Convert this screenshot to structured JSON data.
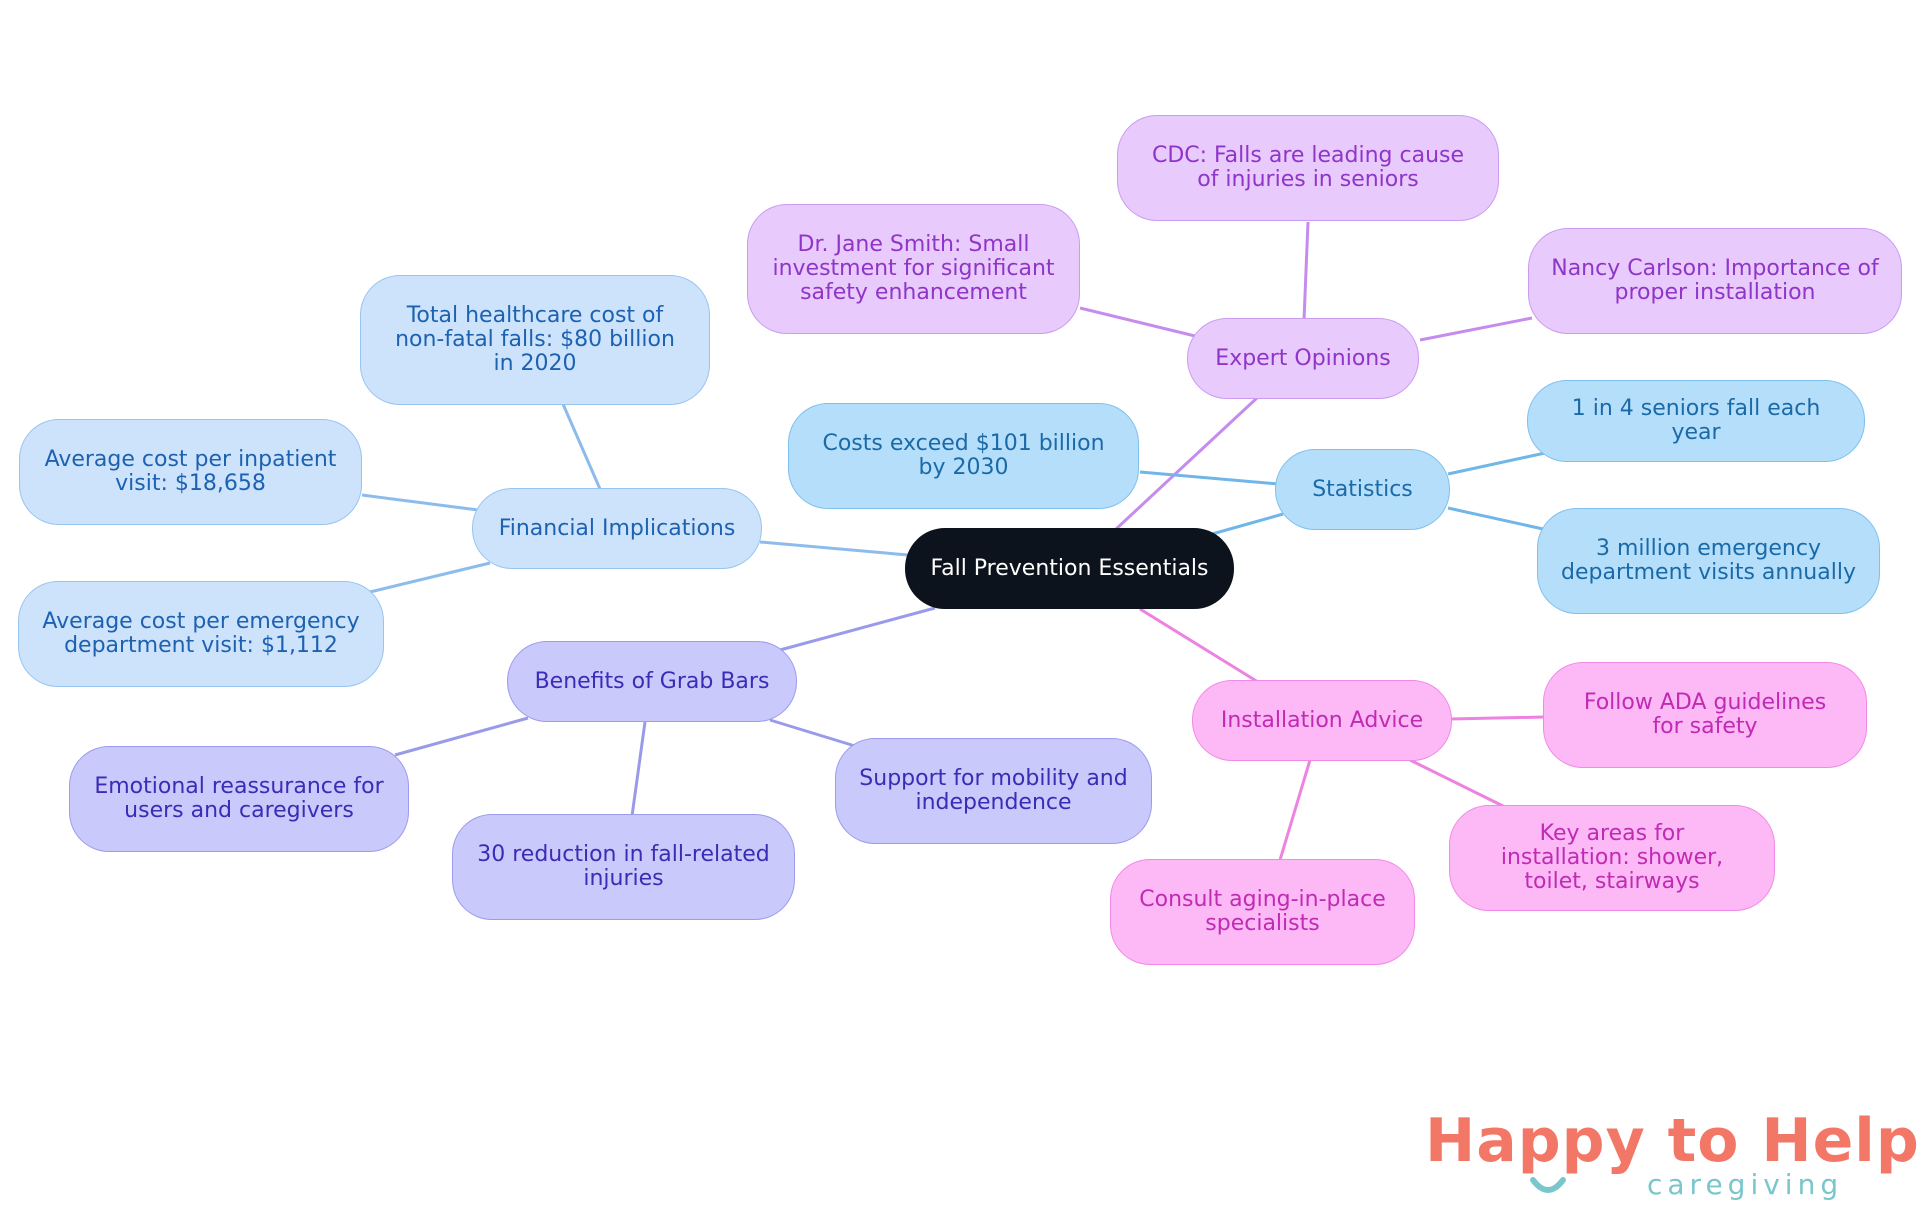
{
  "mindmap": {
    "root": "Fall Prevention Essentials",
    "branches": {
      "statistics": {
        "label": "Statistics",
        "items": [
          "Costs exceed $101 billion by 2030",
          "1 in 4 seniors fall each year",
          "3 million emergency department visits annually"
        ]
      },
      "expert_opinions": {
        "label": "Expert Opinions",
        "items": [
          "CDC: Falls are leading cause of injuries in seniors",
          "Dr. Jane Smith: Small investment for significant safety enhancement",
          "Nancy Carlson: Importance of proper installation"
        ]
      },
      "financial_implications": {
        "label": "Financial Implications",
        "items": [
          "Total healthcare cost of non-fatal falls: $80 billion in 2020",
          "Average cost per inpatient visit: $18,658",
          "Average cost per emergency department visit: $1,112"
        ]
      },
      "benefits_of_grab_bars": {
        "label": "Benefits of Grab Bars",
        "items": [
          "Emotional reassurance for users and caregivers",
          "30 reduction in fall-related injuries",
          "Support for mobility and independence"
        ]
      },
      "installation_advice": {
        "label": "Installation Advice",
        "items": [
          "Follow ADA guidelines for safety",
          "Key areas for installation: shower, toilet, stairways",
          "Consult aging-in-place specialists"
        ]
      }
    }
  },
  "logo": {
    "title": "Happy to Help",
    "subtitle": "caregiving"
  },
  "colors": {
    "root": "#0d131c",
    "statistics": "#b5defb",
    "financial": "#cde3fc",
    "grab_bars": "#c9c9fc",
    "expert": "#e8cafc",
    "installation": "#fdb8f6",
    "logo_title": "#f27767",
    "logo_subtitle": "#79c6cc"
  }
}
